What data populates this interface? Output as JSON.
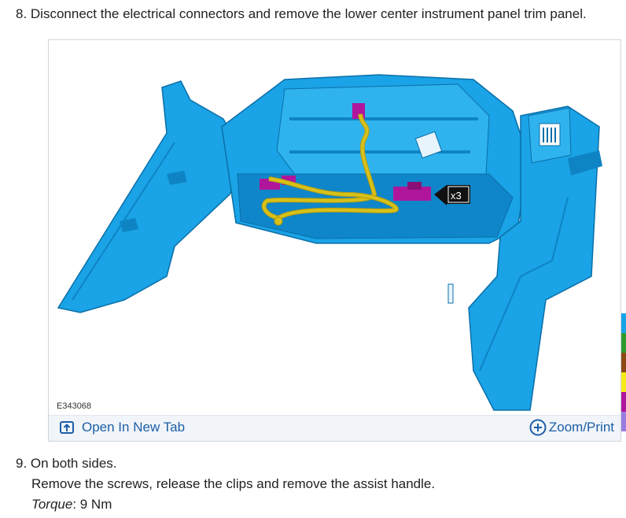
{
  "steps": {
    "step8": {
      "text": "8. Disconnect the electrical connectors and remove the lower center instrument panel trim panel."
    },
    "step9": {
      "text": "9. On both sides.",
      "instruction": "Remove the screws, release the clips and remove the assist handle.",
      "torque_label": "Torque",
      "torque_value": ": 9 Nm"
    }
  },
  "figure": {
    "id": "E343068",
    "callout": "x3",
    "open_tab_label": "Open In New Tab",
    "zoom_label": "Zoom/Print"
  },
  "icons": {
    "open_tab": "open-new-tab-icon",
    "zoom": "plus-circle-icon",
    "callout": "arrow-left-callout-icon"
  },
  "colors": {
    "link": "#1c5fa8",
    "panel_blue": "#1aa3e6",
    "connector_magenta": "#b0169c",
    "harness_yellow": "#d7c11a"
  },
  "side_strip_colors": [
    "#1aa3e6",
    "#2e9a2e",
    "#8b4a14",
    "#f5ea1a",
    "#b0169c",
    "#9a7ce0"
  ]
}
